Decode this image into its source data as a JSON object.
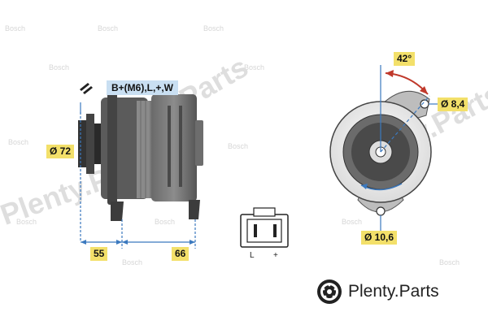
{
  "terminal_label": "B+(M6),L,+,W",
  "dimensions": {
    "pulley_diameter": "Ø 72",
    "length_front": "55",
    "length_body": "66",
    "hole_diameter_upper": "Ø 8,4",
    "hole_diameter_lower": "Ø 10,6",
    "angle": "42°"
  },
  "connector": {
    "left_pin": "L",
    "right_pin": "+"
  },
  "watermark": {
    "repeated": "Bosch",
    "site": "Plenty.Parts"
  },
  "brand": {
    "name": "Plenty.Parts"
  },
  "colors": {
    "dimension_line": "#3b79bf",
    "highlight_tag": "#f3e06a",
    "terminal_tag": "#c9dff2",
    "angle_arrow": "#c0392b"
  }
}
